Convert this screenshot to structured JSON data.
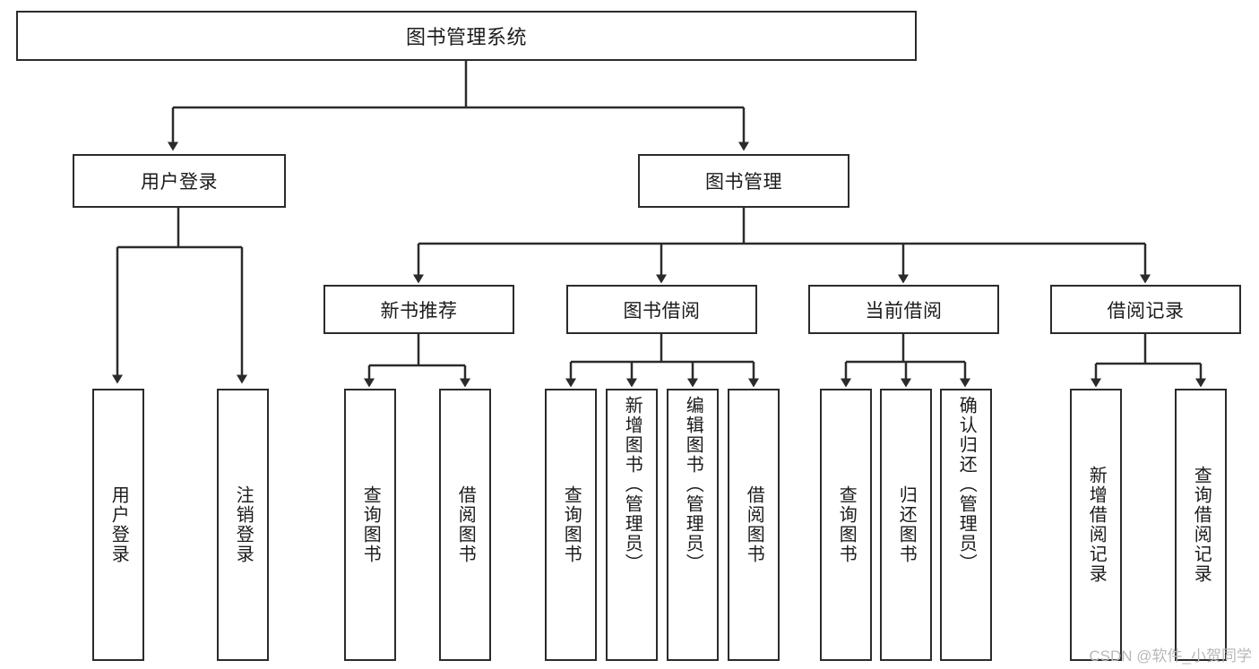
{
  "diagram": {
    "title": "图书管理系统",
    "type": "tree-hierarchy",
    "watermark": "CSDN @软件_小贺同学",
    "colors": {
      "border": "#2b2b2b",
      "background": "#ffffff",
      "text": "#1b1b1b",
      "watermark": "#b8b8b8"
    },
    "root": {
      "label": "图书管理系统"
    },
    "level2": [
      {
        "id": "user-login",
        "label": "用户登录"
      },
      {
        "id": "book-manage",
        "label": "图书管理"
      }
    ],
    "level3": [
      {
        "id": "new-book-rec",
        "label": "新书推荐"
      },
      {
        "id": "book-borrow",
        "label": "图书借阅"
      },
      {
        "id": "current-borrow",
        "label": "当前借阅"
      },
      {
        "id": "borrow-record",
        "label": "借阅记录"
      }
    ],
    "leaves": [
      {
        "id": "leaf-user-login",
        "label": "用户登录",
        "parent": "user-login"
      },
      {
        "id": "leaf-user-logout",
        "label": "注销登录",
        "parent": "user-login"
      },
      {
        "id": "leaf-query-book-1",
        "label": "查询图书",
        "parent": "new-book-rec"
      },
      {
        "id": "leaf-borrow-book-1",
        "label": "借阅图书",
        "parent": "new-book-rec"
      },
      {
        "id": "leaf-query-book-2",
        "label": "查询图书",
        "parent": "book-borrow"
      },
      {
        "id": "leaf-add-book",
        "label": "新增图书（管理员）",
        "parent": "book-borrow"
      },
      {
        "id": "leaf-edit-book",
        "label": "编辑图书（管理员）",
        "parent": "book-borrow"
      },
      {
        "id": "leaf-borrow-book-2",
        "label": "借阅图书",
        "parent": "book-borrow"
      },
      {
        "id": "leaf-query-book-3",
        "label": "查询图书",
        "parent": "current-borrow"
      },
      {
        "id": "leaf-return-book",
        "label": "归还图书",
        "parent": "current-borrow"
      },
      {
        "id": "leaf-confirm-return",
        "label": "确认归还（管理员）",
        "parent": "current-borrow"
      },
      {
        "id": "leaf-add-record",
        "label": "新增借阅记录",
        "parent": "borrow-record"
      },
      {
        "id": "leaf-query-record",
        "label": "查询借阅记录",
        "parent": "borrow-record"
      }
    ]
  }
}
